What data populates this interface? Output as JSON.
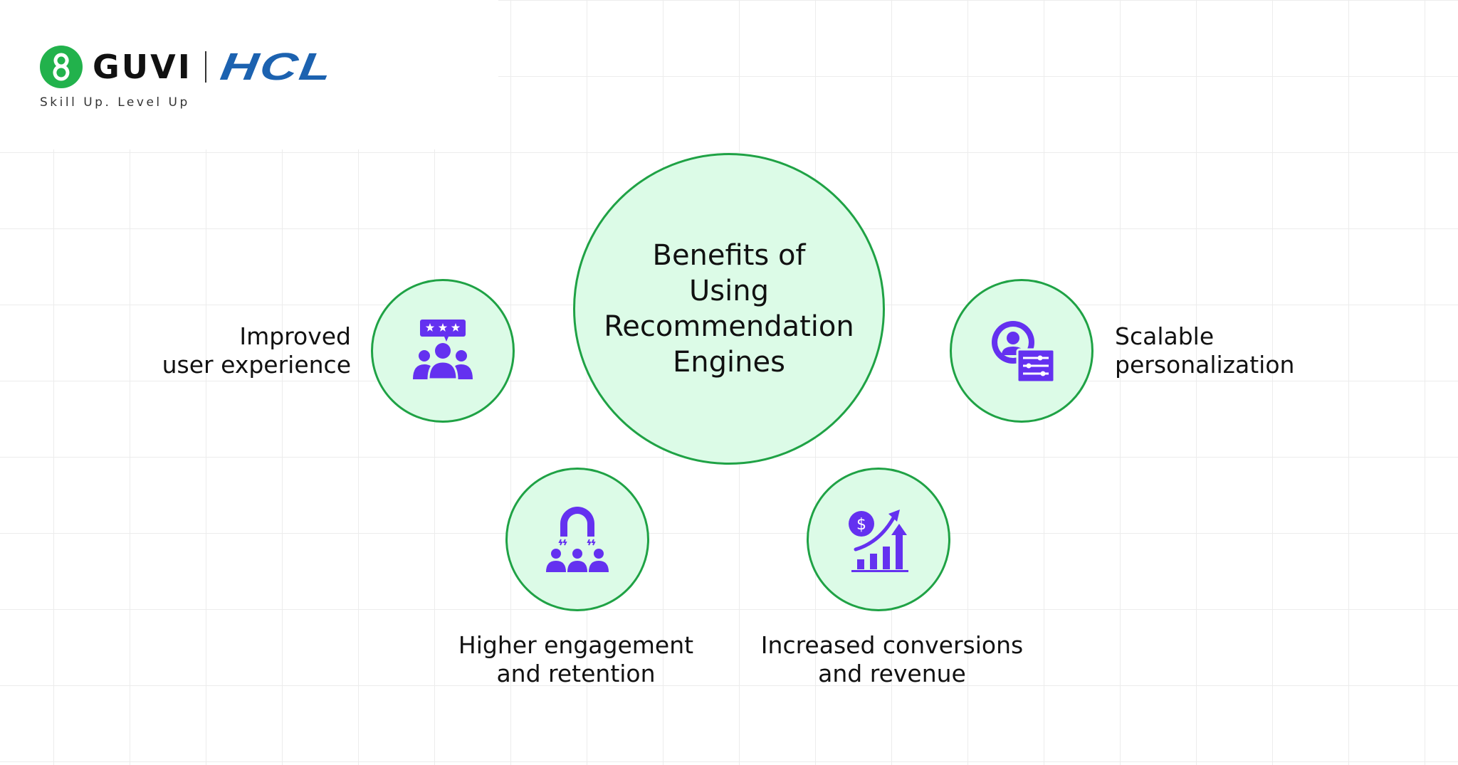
{
  "brand": {
    "name": "GUVI",
    "partner": "HCL",
    "tagline": "Skill Up. Level Up",
    "colors": {
      "guvi_green": "#22b24c",
      "hcl_blue": "#1c62b0"
    }
  },
  "diagram": {
    "title": "Benefits of Using Recommendation Engines",
    "title_lines": [
      "Benefits of",
      "Using",
      "Recommendation",
      "Engines"
    ],
    "colors": {
      "circle_fill": "#dcfbe7",
      "circle_stroke": "#1fa245",
      "icon": "#6431f0"
    },
    "benefits": [
      {
        "icon": "user-rating-group-icon",
        "lines": [
          "Improved",
          "user experience"
        ]
      },
      {
        "icon": "magnet-attracting-people-icon",
        "lines": [
          "Higher engagement",
          "and retention"
        ]
      },
      {
        "icon": "revenue-growth-chart-icon",
        "lines": [
          "Increased conversions",
          "and revenue"
        ]
      },
      {
        "icon": "user-settings-panel-icon",
        "lines": [
          "Scalable",
          "personalization"
        ]
      }
    ]
  }
}
